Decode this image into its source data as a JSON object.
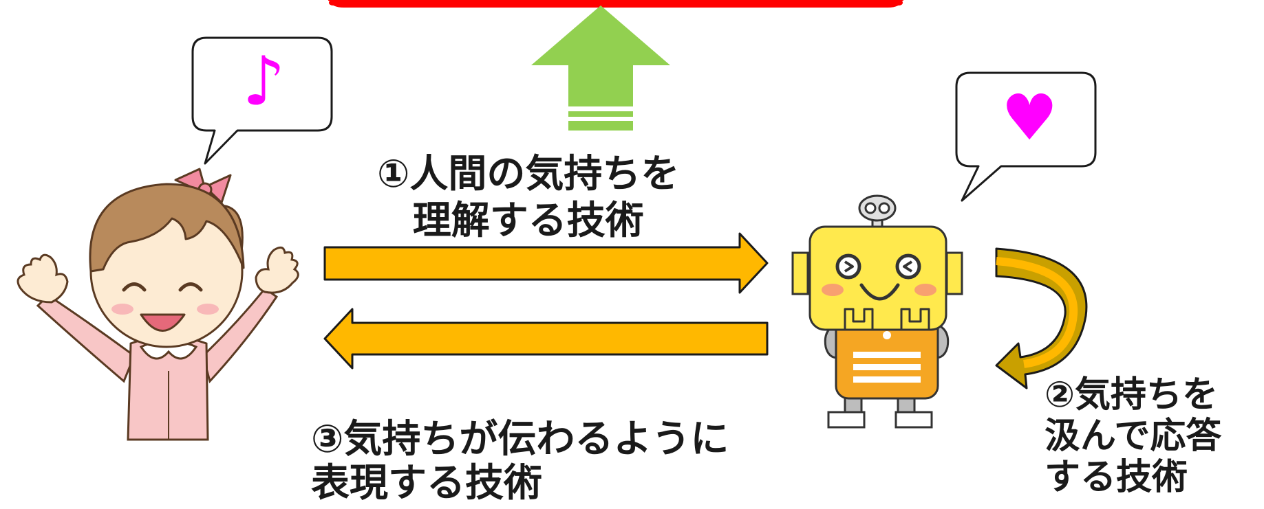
{
  "labels": {
    "understand": "①人間の気持ちを\n理解する技術",
    "respond": "②気持ちを\n汲んで応答\nする技術",
    "express": "③気持ちが伝わるように\n表現する技術"
  },
  "bubbles": {
    "girl_symbol": "♪",
    "robot_symbol": "♥"
  },
  "colors": {
    "arrow_orange": "#FFB800",
    "curved_arrow": "#C9A000",
    "up_arrow_green": "#92D050",
    "banner_red": "#FF0000",
    "bubble_symbol": "#FF00FF",
    "robot_yellow": "#FFE94D",
    "robot_body_orange": "#F5A623"
  }
}
